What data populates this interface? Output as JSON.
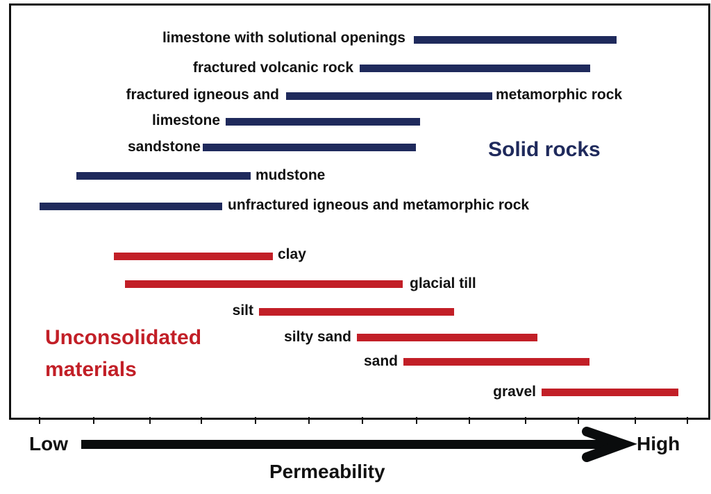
{
  "chart_data": {
    "type": "bar",
    "subtype": "horizontal-range",
    "title": "",
    "xlabel": "Permeability",
    "ylabel": "",
    "x_axis": {
      "low_label": "Low",
      "high_label": "High",
      "ticks": 13,
      "tick_labels": []
    },
    "xlim": [
      0,
      12
    ],
    "grid": false,
    "legend": "none",
    "groups": [
      {
        "name": "Solid rocks",
        "color": "#1f2a5c"
      },
      {
        "name": "Unconsolidated materials",
        "color": "#c21f27"
      }
    ],
    "series": [
      {
        "name": "limestone with solutional openings",
        "group": "Solid rocks",
        "start": 7.0,
        "end": 10.8
      },
      {
        "name": "fractured volcanic rock",
        "group": "Solid rocks",
        "start": 6.0,
        "end": 10.3
      },
      {
        "name": "fractured igneous and metamorphic rock",
        "group": "Solid rocks",
        "start": 4.6,
        "end": 8.5
      },
      {
        "name": "limestone",
        "group": "Solid rocks",
        "start": 3.5,
        "end": 7.1
      },
      {
        "name": "sandstone",
        "group": "Solid rocks",
        "start": 3.0,
        "end": 7.0
      },
      {
        "name": "mudstone",
        "group": "Solid rocks",
        "start": 0.7,
        "end": 3.9
      },
      {
        "name": "unfractured igneous and metamorphic rock",
        "group": "Solid rocks",
        "start": 0.0,
        "end": 3.4
      },
      {
        "name": "clay",
        "group": "Unconsolidated materials",
        "start": 1.4,
        "end": 4.4
      },
      {
        "name": "glacial till",
        "group": "Unconsolidated materials",
        "start": 1.6,
        "end": 6.8
      },
      {
        "name": "silt",
        "group": "Unconsolidated materials",
        "start": 4.1,
        "end": 7.8
      },
      {
        "name": "silty sand",
        "group": "Unconsolidated materials",
        "start": 5.9,
        "end": 9.3
      },
      {
        "name": "sand",
        "group": "Unconsolidated materials",
        "start": 6.8,
        "end": 10.3
      },
      {
        "name": "gravel",
        "group": "Unconsolidated materials",
        "start": 9.4,
        "end": 11.9
      }
    ]
  },
  "labels": {
    "solid_rocks": "Solid rocks",
    "unconsolidated_line1": "Unconsolidated",
    "unconsolidated_line2": "materials",
    "low": "Low",
    "high": "High",
    "axis_title": "Permeability",
    "limestone_solutional": "limestone with solutional openings",
    "fractured_volcanic": "fractured volcanic rock",
    "fractured_igneous_part1": "fractured igneous and",
    "fractured_igneous_part2": "metamorphic rock",
    "limestone": "limestone",
    "sandstone": "sandstone",
    "mudstone": "mudstone",
    "unfractured": "unfractured igneous and metamorphic rock",
    "clay": "clay",
    "glacial_till": "glacial till",
    "silt": "silt",
    "silty_sand": "silty sand",
    "sand": "sand",
    "gravel": "gravel"
  }
}
